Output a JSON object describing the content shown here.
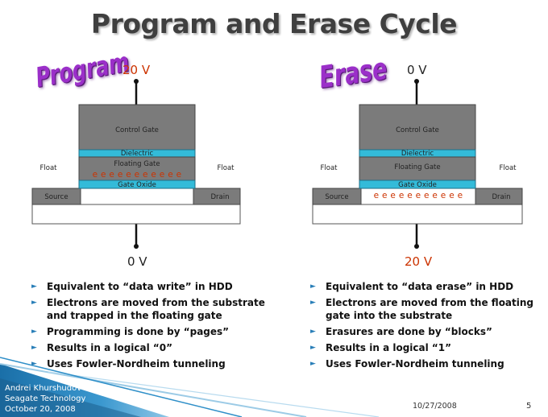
{
  "title": "Program and Erase Cycle",
  "program": {
    "heading": "Program",
    "top_voltage": "20 V",
    "bottom_voltage": "0 V",
    "layers": {
      "control_gate": "Control Gate",
      "dielectric": "Dielectric",
      "floating_gate": "Floating Gate",
      "gate_oxide": "Gate Oxide",
      "source": "Source",
      "drain": "Drain",
      "float_left": "Float",
      "float_right": "Float"
    },
    "electrons": "e e e e e e e e e e e",
    "bullets": [
      "Equivalent to “data write” in HDD",
      "Electrons are moved from the substrate and trapped in the floating gate",
      "Programming is done by “pages”",
      "Results in a logical “0”",
      "Uses Fowler-Nordheim tunneling"
    ]
  },
  "erase": {
    "heading": "Erase",
    "top_voltage": "0 V",
    "bottom_voltage": "20 V",
    "layers": {
      "control_gate": "Control Gate",
      "dielectric": "Dielectric",
      "floating_gate": "Floating Gate",
      "gate_oxide": "Gate Oxide",
      "source": "Source",
      "drain": "Drain",
      "float_left": "Float",
      "float_right": "Float"
    },
    "electrons": "e e e e e e e e e e e",
    "bullets": [
      "Equivalent to “data erase” in HDD",
      "Electrons are moved from the floating gate into the substrate",
      "Erasures are done by “blocks”",
      "Results in a logical “1”",
      "Uses Fowler-Nordheim tunneling"
    ]
  },
  "footer": {
    "author": "Andrei Khurshudov",
    "company": "Seagate Technology",
    "date": "October 20, 2008",
    "slide_date": "10/27/2008",
    "page_number": "5"
  },
  "colors": {
    "accent_blue": "#1f7fb8",
    "dielectric_cyan": "#33bbd9",
    "gate_gray": "#7b7b7b",
    "voltage_red": "#cc3300",
    "wordart_purple": "#9b2fc9"
  }
}
